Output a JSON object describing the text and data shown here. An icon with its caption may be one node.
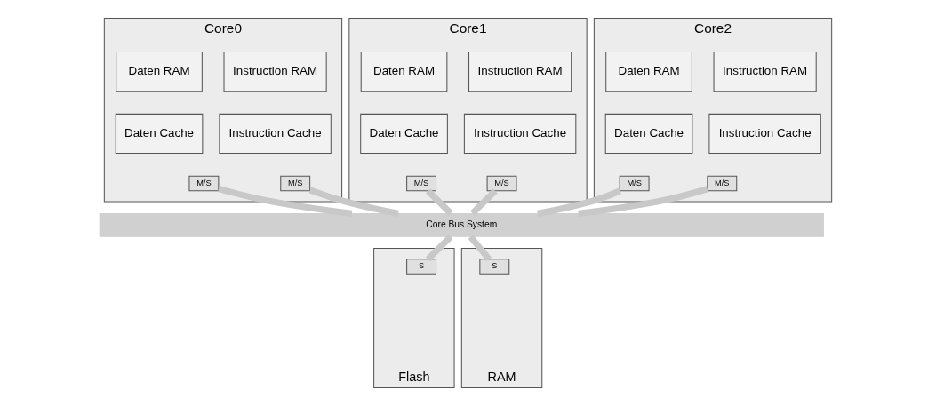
{
  "diagram": {
    "nodes": [
      {
        "text": [
          "Core0"
        ]
      },
      {
        "text": [
          "Instruction RAM"
        ],
        "in": 0
      },
      {
        "text": [
          "Daten RAM"
        ],
        "in": 0
      },
      {
        "text": [
          "Instruction Cache"
        ],
        "in": 0
      },
      {
        "text": [
          "Daten Cache"
        ],
        "in": 0
      },
      {
        "text": [
          "M/S"
        ],
        "in": 0
      },
      {
        "text": [
          "M/S"
        ],
        "in": 0
      },
      {
        "text": [
          "Core1"
        ]
      },
      {
        "text": [
          "Instruction RAM"
        ],
        "in": 7
      },
      {
        "text": [
          "Daten RAM"
        ],
        "in": 7
      },
      {
        "text": [
          "Instruction Cache"
        ],
        "in": 7
      },
      {
        "text": [
          "Daten Cache"
        ],
        "in": 7
      },
      {
        "text": [
          "M/S"
        ],
        "in": 7
      },
      {
        "text": [
          "M/S"
        ],
        "in": 7
      },
      {
        "text": [
          "Core2"
        ]
      },
      {
        "text": [
          "Instruction RAM"
        ],
        "in": 14
      },
      {
        "text": [
          "Daten RAM"
        ],
        "in": 14
      },
      {
        "text": [
          "Instruction Cache"
        ],
        "in": 14
      },
      {
        "text": [
          "Daten Cache"
        ],
        "in": 14
      },
      {
        "text": [
          "M/S"
        ],
        "in": 14
      },
      {
        "text": [
          "M/S"
        ],
        "in": 14
      },
      {
        "text": [
          "Core Bus System"
        ]
      },
      {
        "text": [
          "Flash"
        ]
      },
      {
        "text": [
          "S"
        ],
        "in": 22
      },
      {
        "text": [
          "RAM"
        ]
      },
      {
        "text": [
          "S"
        ],
        "in": 24
      }
    ],
    "edges": [
      {
        "from": 5,
        "to": 21,
        "arrow": "none"
      },
      {
        "from": 6,
        "to": 21,
        "arrow": "none"
      },
      {
        "from": 12,
        "to": 21,
        "arrow": "none"
      },
      {
        "from": 13,
        "to": 21,
        "arrow": "none"
      },
      {
        "from": 19,
        "to": 21,
        "arrow": "none"
      },
      {
        "from": 20,
        "to": 21,
        "arrow": "none"
      },
      {
        "from": 21,
        "to": 23,
        "arrow": "none"
      },
      {
        "from": 21,
        "to": 25,
        "arrow": "none"
      }
    ]
  }
}
